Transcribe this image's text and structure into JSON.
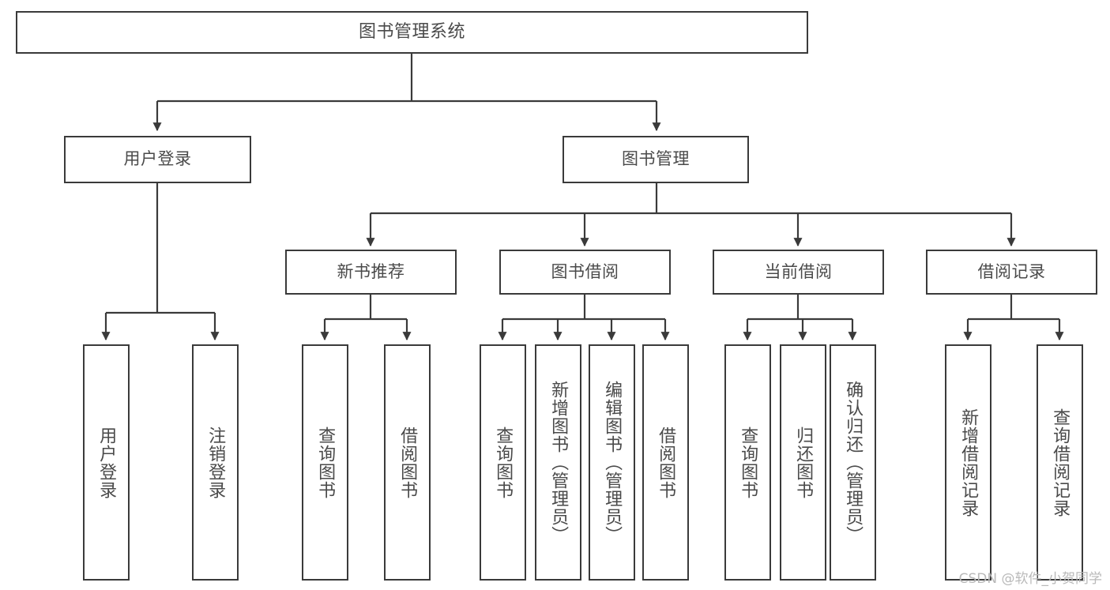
{
  "diagram": {
    "title": "图书管理系统",
    "type": "hierarchy-tree",
    "watermark": "CSDN @软件_小贺同学",
    "colors": {
      "stroke": "#3a3a3a",
      "text": "#4a4a4a",
      "background": "#ffffff",
      "watermark": "#b9b9b9"
    }
  },
  "nodes": {
    "root": {
      "label": "图书管理系统",
      "level": 0
    },
    "level1": [
      {
        "id": "user-login",
        "label": "用户登录"
      },
      {
        "id": "book-manage",
        "label": "图书管理"
      }
    ],
    "level2": [
      {
        "id": "new-book-rec",
        "label": "新书推荐",
        "parent": "book-manage"
      },
      {
        "id": "book-borrow",
        "label": "图书借阅",
        "parent": "book-manage"
      },
      {
        "id": "current-borrow",
        "label": "当前借阅",
        "parent": "book-manage"
      },
      {
        "id": "borrow-record",
        "label": "借阅记录",
        "parent": "book-manage"
      }
    ],
    "leaves": [
      {
        "id": "leaf-user-login",
        "label": "用户登录",
        "parent": "user-login"
      },
      {
        "id": "leaf-logout-login",
        "label": "注销登录",
        "parent": "user-login"
      },
      {
        "id": "leaf-query-book-1",
        "label": "查询图书",
        "parent": "new-book-rec"
      },
      {
        "id": "leaf-borrow-book-1",
        "label": "借阅图书",
        "parent": "new-book-rec"
      },
      {
        "id": "leaf-query-book-2",
        "label": "查询图书",
        "parent": "book-borrow"
      },
      {
        "id": "leaf-add-book",
        "label": "新增图书（管理员）",
        "parent": "book-borrow"
      },
      {
        "id": "leaf-edit-book",
        "label": "编辑图书（管理员）",
        "parent": "book-borrow"
      },
      {
        "id": "leaf-borrow-book-2",
        "label": "借阅图书",
        "parent": "book-borrow"
      },
      {
        "id": "leaf-query-book-3",
        "label": "查询图书",
        "parent": "current-borrow"
      },
      {
        "id": "leaf-return-book",
        "label": "归还图书",
        "parent": "current-borrow"
      },
      {
        "id": "leaf-confirm-return",
        "label": "确认归还（管理员）",
        "parent": "current-borrow"
      },
      {
        "id": "leaf-add-record",
        "label": "新增借阅记录",
        "parent": "borrow-record"
      },
      {
        "id": "leaf-query-record",
        "label": "查询借阅记录",
        "parent": "borrow-record"
      }
    ]
  }
}
